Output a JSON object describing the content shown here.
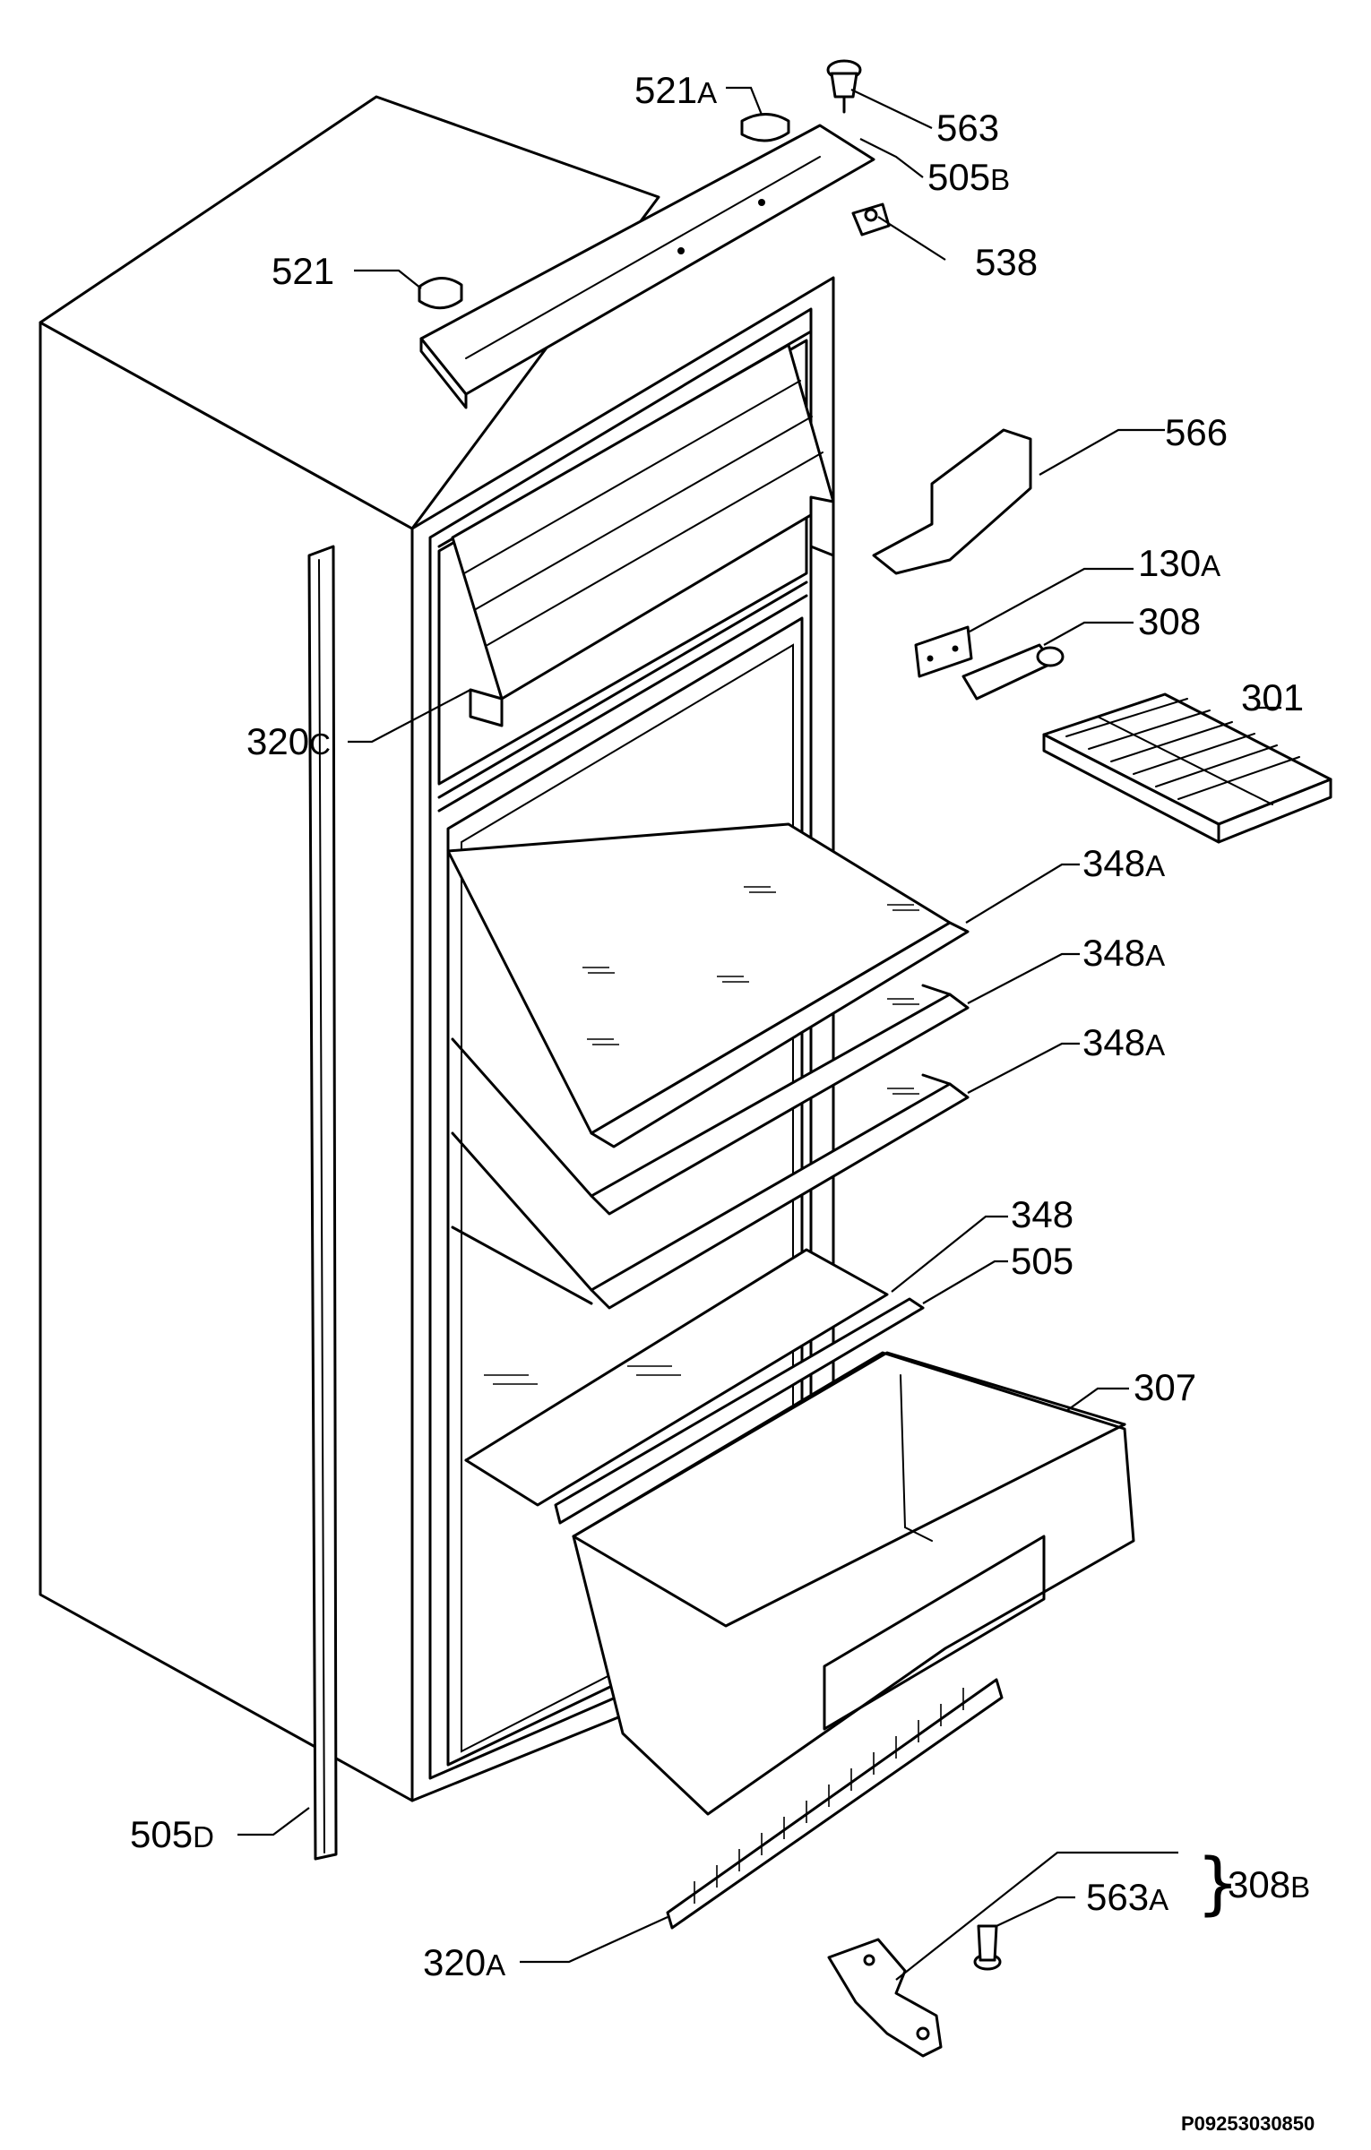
{
  "labels": {
    "p521A": {
      "num": "521",
      "suffix": "A"
    },
    "p563": {
      "num": "563",
      "suffix": ""
    },
    "p505B": {
      "num": "505",
      "suffix": "B"
    },
    "p538": {
      "num": "538",
      "suffix": ""
    },
    "p521": {
      "num": "521",
      "suffix": ""
    },
    "p566": {
      "num": "566",
      "suffix": ""
    },
    "p130A": {
      "num": "130",
      "suffix": "A"
    },
    "p308": {
      "num": "308",
      "suffix": ""
    },
    "p301": {
      "num": "301",
      "suffix": ""
    },
    "p320C": {
      "num": "320",
      "suffix": "C"
    },
    "p348A_1": {
      "num": "348",
      "suffix": "A"
    },
    "p348A_2": {
      "num": "348",
      "suffix": "A"
    },
    "p348A_3": {
      "num": "348",
      "suffix": "A"
    },
    "p348": {
      "num": "348",
      "suffix": ""
    },
    "p505": {
      "num": "505",
      "suffix": ""
    },
    "p307": {
      "num": "307",
      "suffix": ""
    },
    "p505D": {
      "num": "505",
      "suffix": "D"
    },
    "p563A": {
      "num": "563",
      "suffix": "A"
    },
    "p308B": {
      "num": "308",
      "suffix": "B"
    },
    "p320A": {
      "num": "320",
      "suffix": "A"
    }
  },
  "drawing_code": "P09253030850"
}
